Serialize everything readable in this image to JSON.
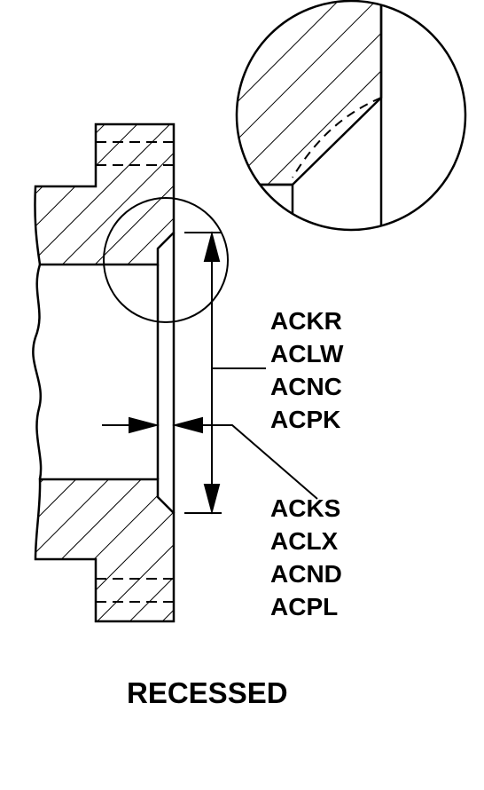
{
  "caption": "RECESSED",
  "dimension_labels": {
    "recess_length": [
      "ACKR",
      "ACLW",
      "ACNC",
      "ACPK"
    ],
    "recess_depth": [
      "ACKS",
      "ACLX",
      "ACND",
      "ACPL"
    ]
  },
  "colors": {
    "line": "#000000",
    "background": "#ffffff"
  }
}
